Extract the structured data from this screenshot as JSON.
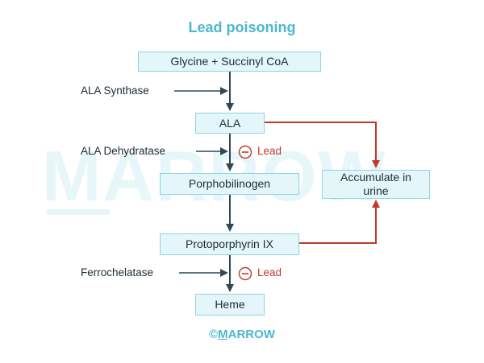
{
  "title": "Lead poisoning",
  "nodes": {
    "glycine": "Glycine + Succinyl CoA",
    "ala": "ALA",
    "porphobilinogen": "Porphobilinogen",
    "protoporphyrin": "Protoporphyrin IX",
    "heme": "Heme",
    "accumulate": "Accumulate in urine"
  },
  "enzymes": {
    "ala_synthase": "ALA Synthase",
    "ala_dehydratase": "ALA Dehydratase",
    "ferrochelatase": "Ferrochelatase"
  },
  "inhibitor": {
    "label": "Lead",
    "symbol": "−"
  },
  "watermark": "MARROW",
  "footer": {
    "copyright": "©",
    "brand_first": "M",
    "brand_rest": "ARROW"
  },
  "colors": {
    "title": "#4cb8cf",
    "box_fill": "#e4f6fa",
    "box_border": "#8fd3e2",
    "arrow": "#2f4858",
    "inhibit": "#c0392b"
  }
}
